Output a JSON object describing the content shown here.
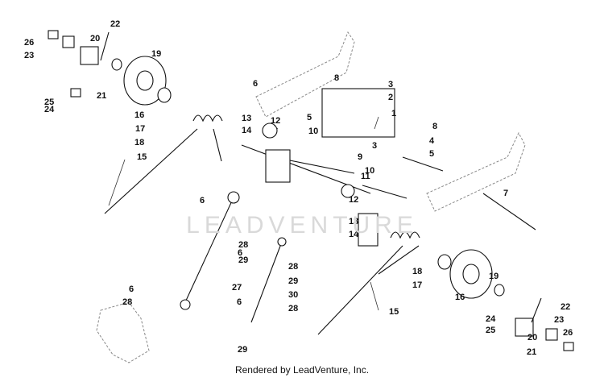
{
  "watermark": "LEADVENTURE",
  "credit": "Rendered by LeadVenture, Inc.",
  "labels": [
    "1",
    "2",
    "3",
    "3",
    "4",
    "5",
    "5",
    "6",
    "6",
    "6",
    "6",
    "6",
    "7",
    "8",
    "8",
    "9",
    "10",
    "10",
    "11",
    "12",
    "12",
    "13",
    "13",
    "14",
    "14",
    "15",
    "15",
    "16",
    "16",
    "17",
    "17",
    "18",
    "18",
    "19",
    "19",
    "20",
    "20",
    "21",
    "21",
    "22",
    "22",
    "23",
    "23",
    "24",
    "24",
    "25",
    "25",
    "26",
    "26",
    "27",
    "28",
    "28",
    "28",
    "28",
    "29",
    "29",
    "29",
    "30"
  ]
}
